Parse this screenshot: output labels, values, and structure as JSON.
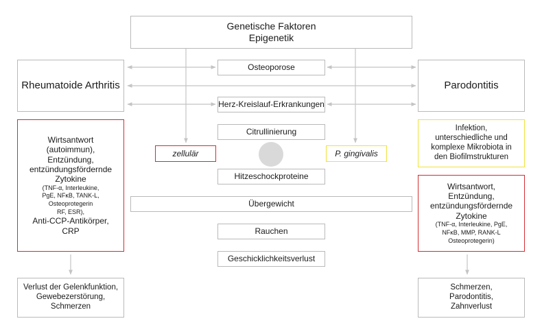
{
  "top": {
    "line1": "Genetische Faktoren",
    "line2": "Epigenetik"
  },
  "left_title": "Rheumatoide Arthritis",
  "right_title": "Parodontitis",
  "center": {
    "osteoporose": "Osteoporose",
    "herz": "Herz-Kreislauf-Erkrankungen",
    "citrullinierung": "Citrullinierung",
    "hitzeschock": "Hitzeschockproteine",
    "uebergewicht": "Übergewicht",
    "rauchen": "Rauchen",
    "geschick": "Geschicklichkeitsverlust"
  },
  "zellular": "zellulär",
  "gingivalis": "P. gingivalis",
  "left_red": {
    "l1": "Wirtsantwort",
    "l2": "(autoimmun),",
    "l3": "Entzündung,",
    "l4": "entzündungsfördernde",
    "l5": "Zytokine",
    "s1": "(TNF-α, Interleukine,",
    "s2": "PgE, NFκB, TANK-L,",
    "s3": "Osteoprotegerin",
    "s4": "RF, ESR),",
    "l6": "Anti-CCP-Antikörper,",
    "l7": "CRP"
  },
  "left_bottom": {
    "l1": "Verlust der Gelenkfunktion,",
    "l2": "Gewebezerstörung,",
    "l3": "Schmerzen"
  },
  "right_yellow": {
    "l1": "Infektion,",
    "l2": "unterschiedliche und",
    "l3": "komplexe Mikrobiota in",
    "l4": "den Biofilmstrukturen"
  },
  "right_red": {
    "l1": "Wirtsantwort,",
    "l2": "Entzündung,",
    "l3": "entzündungsfördernde",
    "l4": "Zytokine",
    "s1": "(TNF-α, Interleukine, PgE,",
    "s2": "NFκB, MMP, RANK-L",
    "s3": "Osteoprotegerin)"
  },
  "right_bottom": {
    "l1": "Schmerzen,",
    "l2": "Parodontitis,",
    "l3": "Zahnverlust"
  },
  "colors": {
    "red": "#d42a30",
    "yellow": "#efe23a",
    "grey": "#b9b9b9",
    "arrow": "#c4c4c4"
  }
}
